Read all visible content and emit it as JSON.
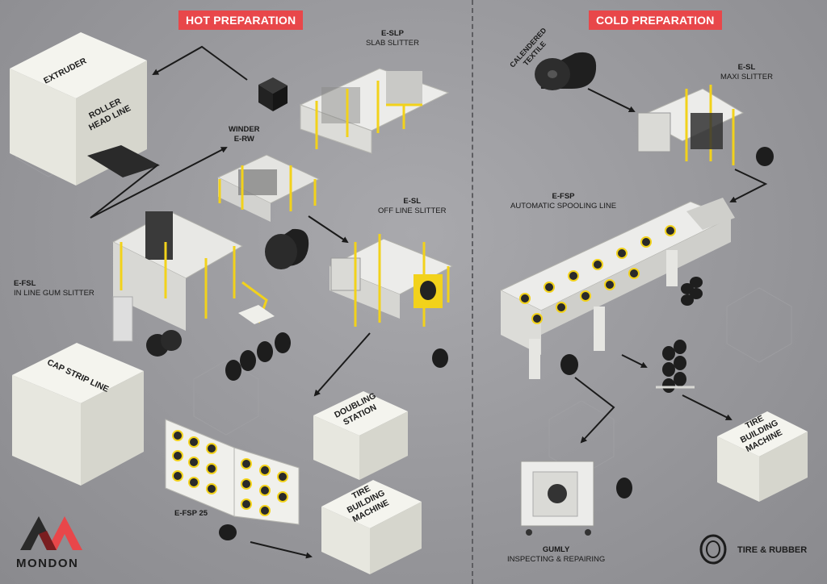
{
  "sections": {
    "hot": "HOT PREPARATION",
    "cold": "COLD PREPARATION"
  },
  "boxes": {
    "extruder": "EXTRUDER",
    "roller_head_line": [
      "ROLLER",
      "HEAD LINE"
    ],
    "cap_strip_line": "CAP STRIP LINE",
    "doubling_station": [
      "DOUBLING",
      "STATION"
    ],
    "tire_building_hot": [
      "TIRE",
      "BUILDING",
      "MACHINE"
    ],
    "tire_building_cold": [
      "TIRE",
      "BUILDING",
      "MACHINE"
    ]
  },
  "machines": {
    "e_slp": {
      "code": "E-SLP",
      "name": "SLAB SLITTER"
    },
    "winder": {
      "code": "WINDER",
      "name": "E-RW"
    },
    "e_sl_offline": {
      "code": "E-SL",
      "name": "OFF LINE SLITTER"
    },
    "e_fsl": {
      "code": "E-FSL",
      "name": "IN LINE GUM SLITTER"
    },
    "e_fsp25": {
      "code": "E-FSP 25"
    },
    "calendered_textile": [
      "CALENDERED",
      "TEXTILE"
    ],
    "e_sl_maxi": {
      "code": "E-SL",
      "name": "MAXI SLITTER"
    },
    "e_fsp": {
      "code": "E-FSP",
      "name": "AUTOMATIC SPOOLING LINE"
    },
    "gumly": {
      "code": "GUMLY",
      "name": "INSPECTING & REPAIRING"
    }
  },
  "logo": {
    "text": "MONDON",
    "icon": "mondon-m-logo"
  },
  "brand": {
    "text": "TIRE & RUBBER",
    "icon": "tire-icon"
  },
  "colors": {
    "accent": "#e8474a",
    "machine_yellow": "#f2d21b",
    "background": "#9a9a9e"
  }
}
